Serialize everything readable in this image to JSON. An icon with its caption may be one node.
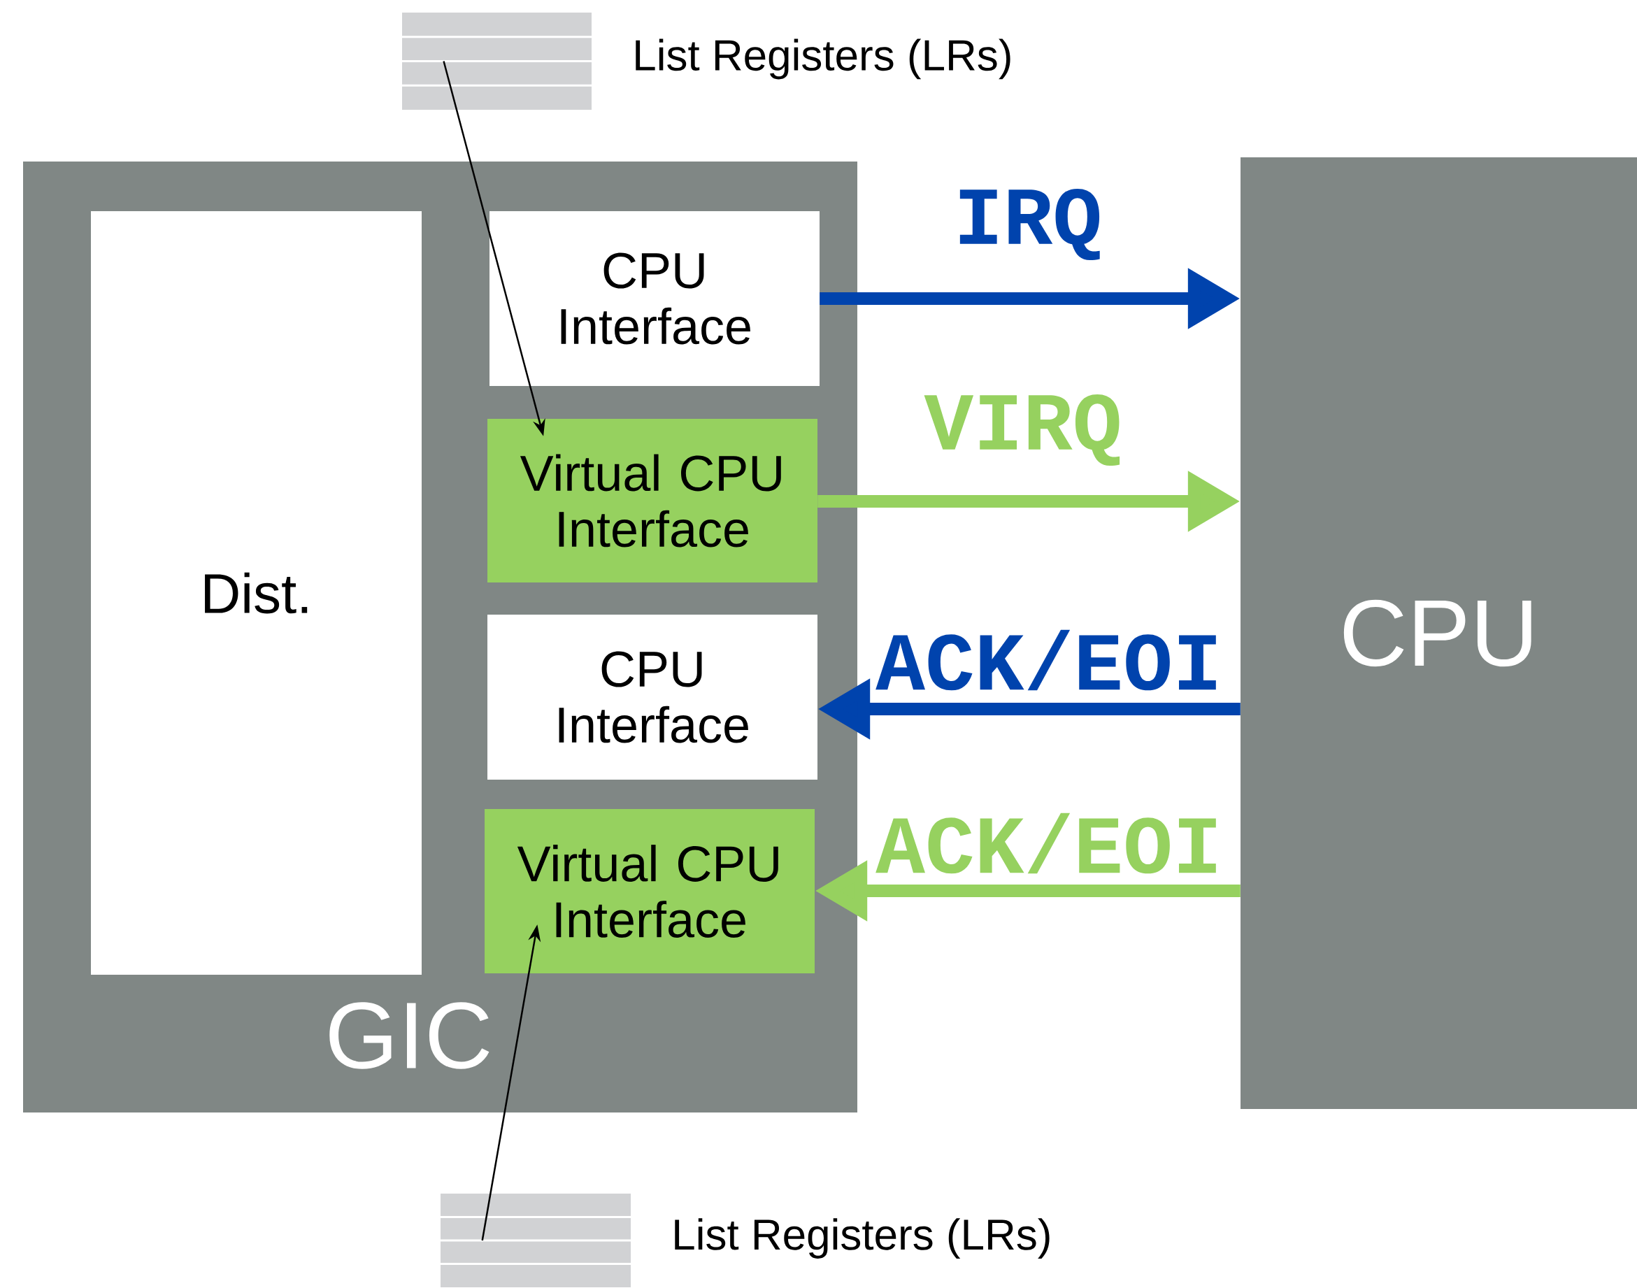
{
  "diagram": {
    "nodes": [
      {
        "text": [],
        "shape": "box",
        "beside": [
          "List Registers (LRs)"
        ]
      },
      {
        "text": [
          "GIC"
        ]
      },
      {
        "text": [
          "Dist."
        ],
        "in": 1
      },
      {
        "text": [
          "CPU Interface"
        ],
        "in": 1
      },
      {
        "text": [
          "Virtual CPU Interface"
        ],
        "in": 1
      },
      {
        "text": [
          "CPU Interface"
        ],
        "in": 1
      },
      {
        "text": [
          "Virtual CPU Interface"
        ],
        "in": 1
      },
      {
        "text": [
          "CPU"
        ]
      },
      {
        "text": [],
        "shape": "box",
        "beside": [
          "List Registers (LRs)"
        ]
      }
    ],
    "edges": [
      {
        "from": 3,
        "to": 7,
        "arrow": "to",
        "label": "IRQ",
        "color": "#0043ad"
      },
      {
        "from": 4,
        "to": 7,
        "arrow": "to",
        "label": "VIRQ",
        "color": "#96d15f"
      },
      {
        "from": 7,
        "to": 5,
        "arrow": "to",
        "label": "ACK/EOI",
        "color": "#0043ad"
      },
      {
        "from": 7,
        "to": 6,
        "arrow": "to",
        "label": "ACK/EOI",
        "color": "#96d15f"
      },
      {
        "from": 0,
        "to": 4,
        "arrow": "to",
        "color": "#000000"
      },
      {
        "from": 8,
        "to": 6,
        "arrow": "to",
        "color": "#000000"
      }
    ]
  }
}
